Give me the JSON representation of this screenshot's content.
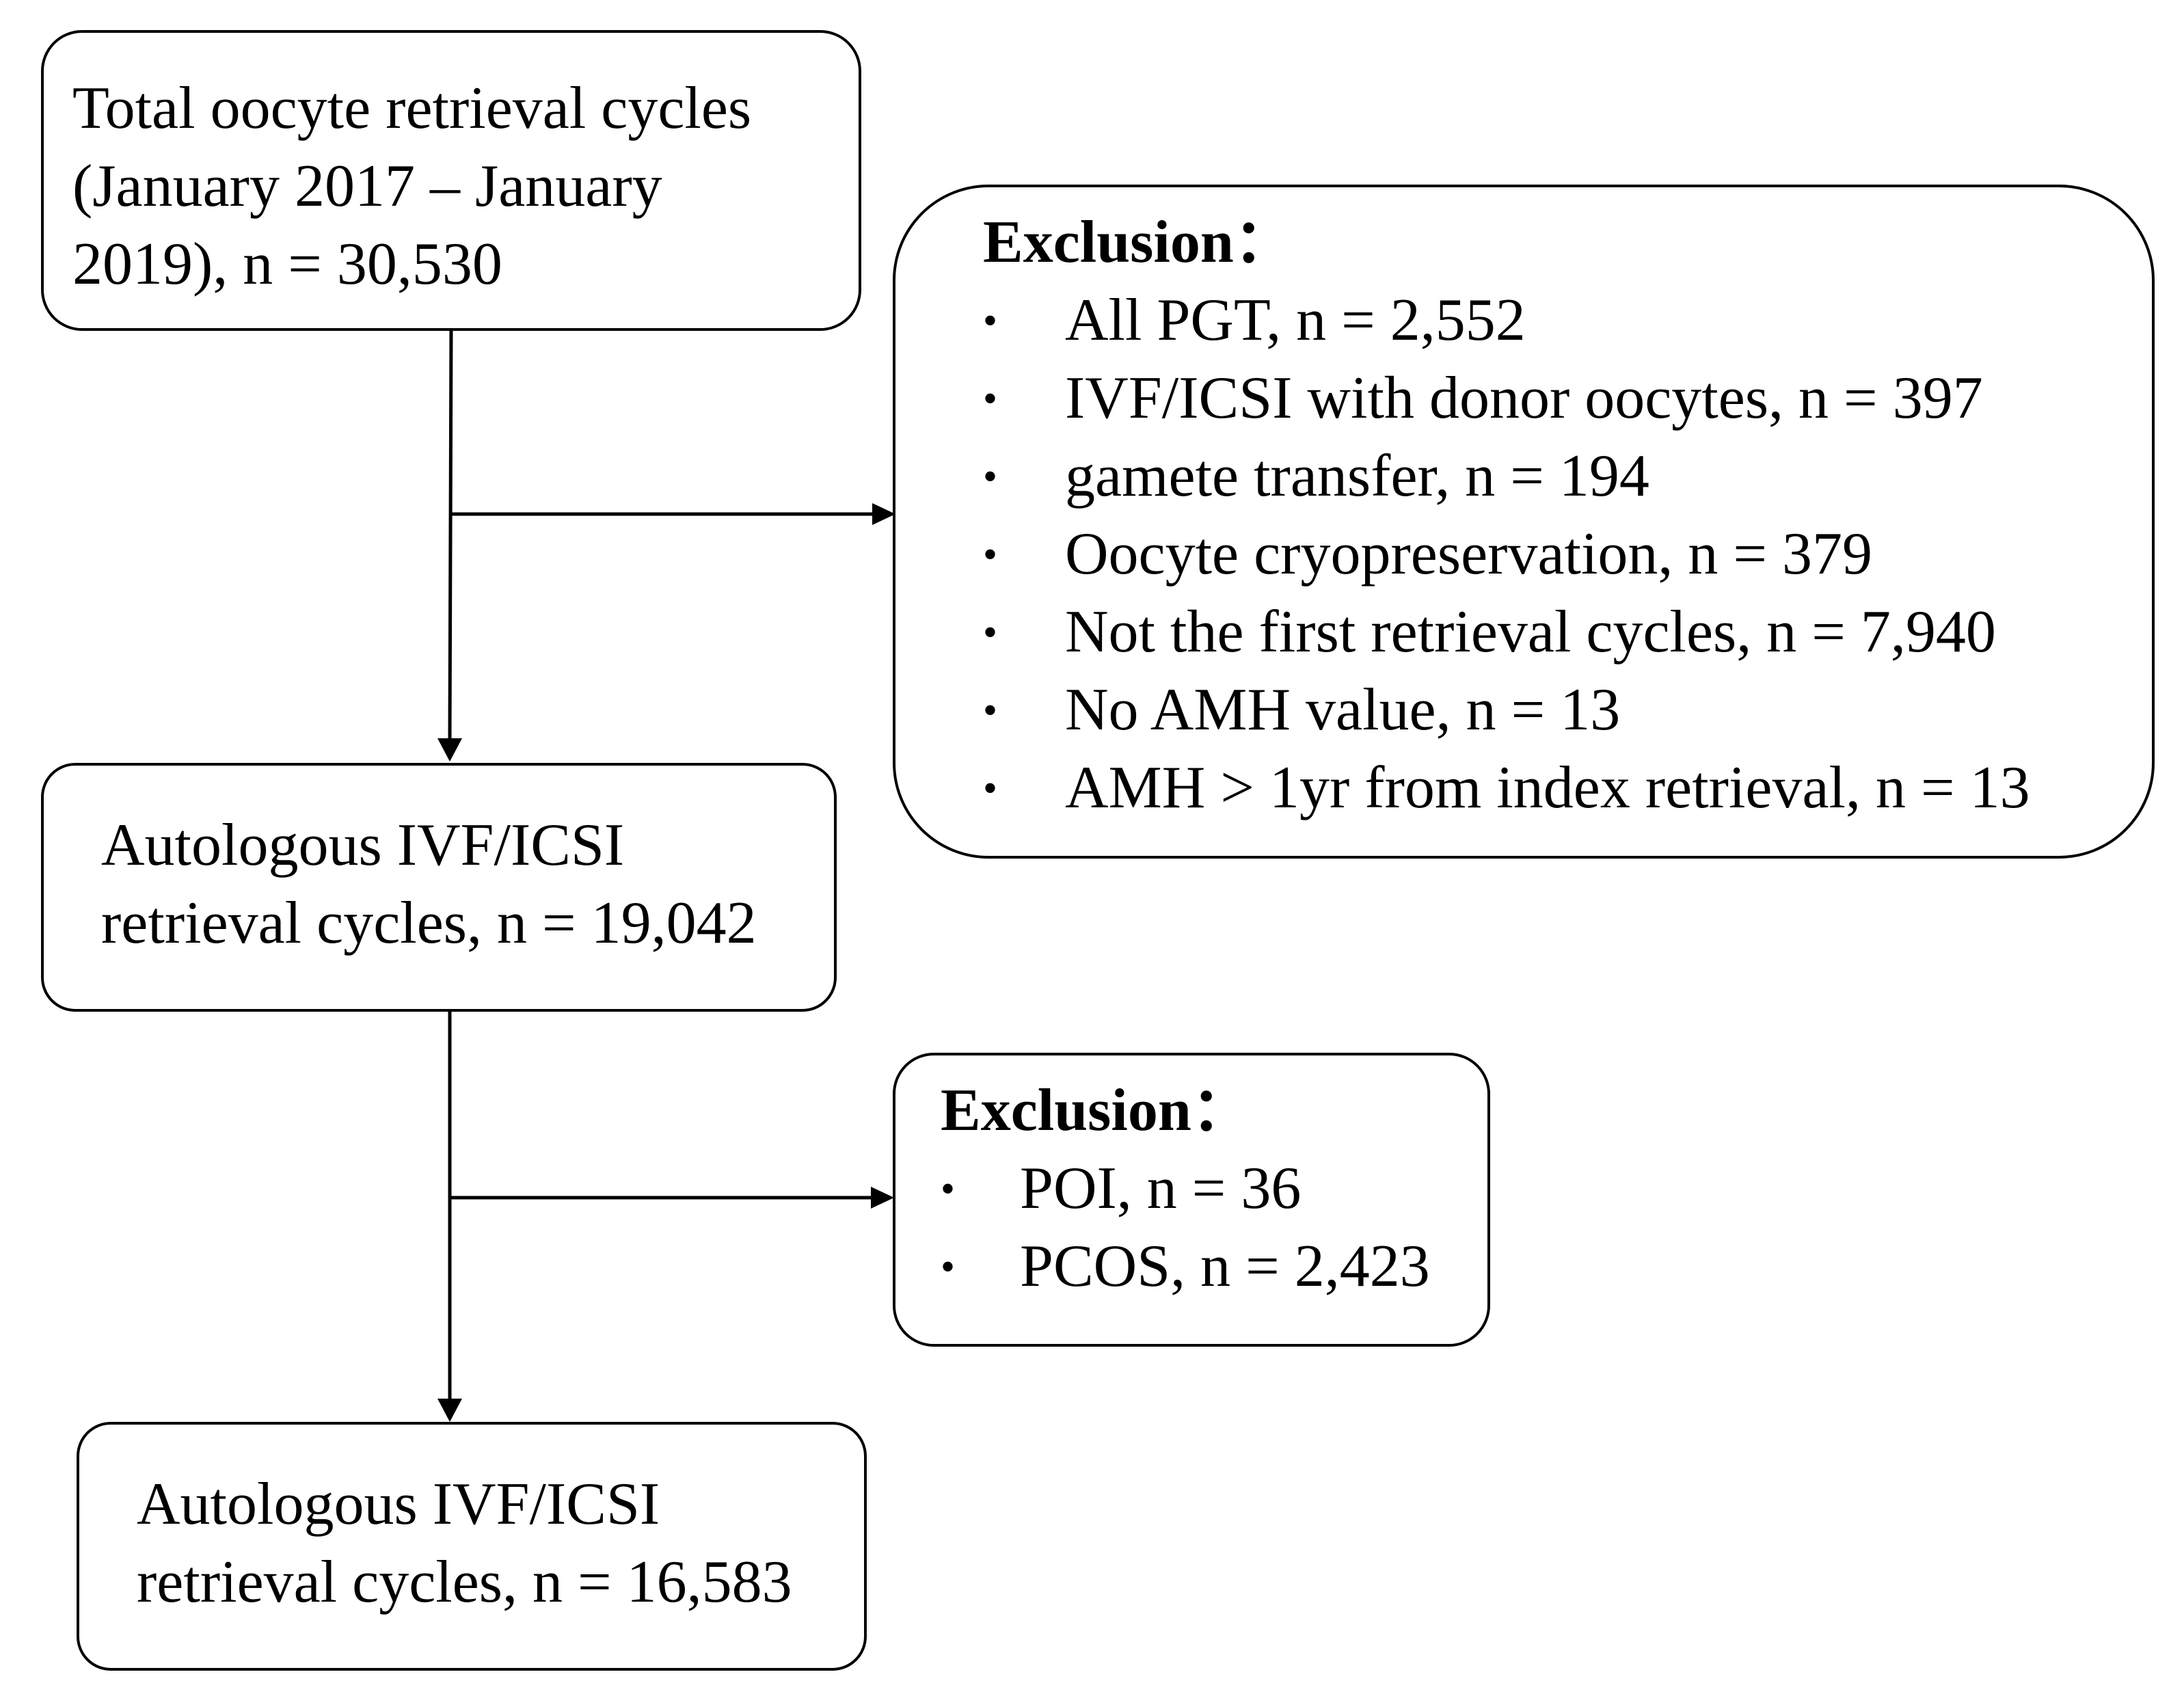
{
  "boxes": {
    "total": {
      "lines": [
        "Total oocyte retrieval cycles",
        "(January 2017 – January",
        "2019), n = 30,530"
      ]
    },
    "exclusion1": {
      "heading": "Exclusion：",
      "items": [
        "All PGT, n = 2,552",
        "IVF/ICSI with donor oocytes, n = 397",
        "gamete transfer, n = 194",
        "Oocyte cryopreservation, n = 379",
        "Not the first retrieval cycles, n = 7,940",
        "No AMH value, n = 13",
        "AMH > 1yr from index retrieval, n = 13"
      ]
    },
    "autologous1": {
      "lines": [
        "Autologous IVF/ICSI",
        "retrieval cycles, n = 19,042"
      ]
    },
    "exclusion2": {
      "heading": "Exclusion：",
      "items": [
        "POI, n = 36",
        "PCOS, n = 2,423"
      ]
    },
    "autologous2": {
      "lines": [
        "Autologous IVF/ICSI",
        "retrieval cycles, n = 16,583"
      ]
    }
  },
  "bullet_symbol": "•"
}
